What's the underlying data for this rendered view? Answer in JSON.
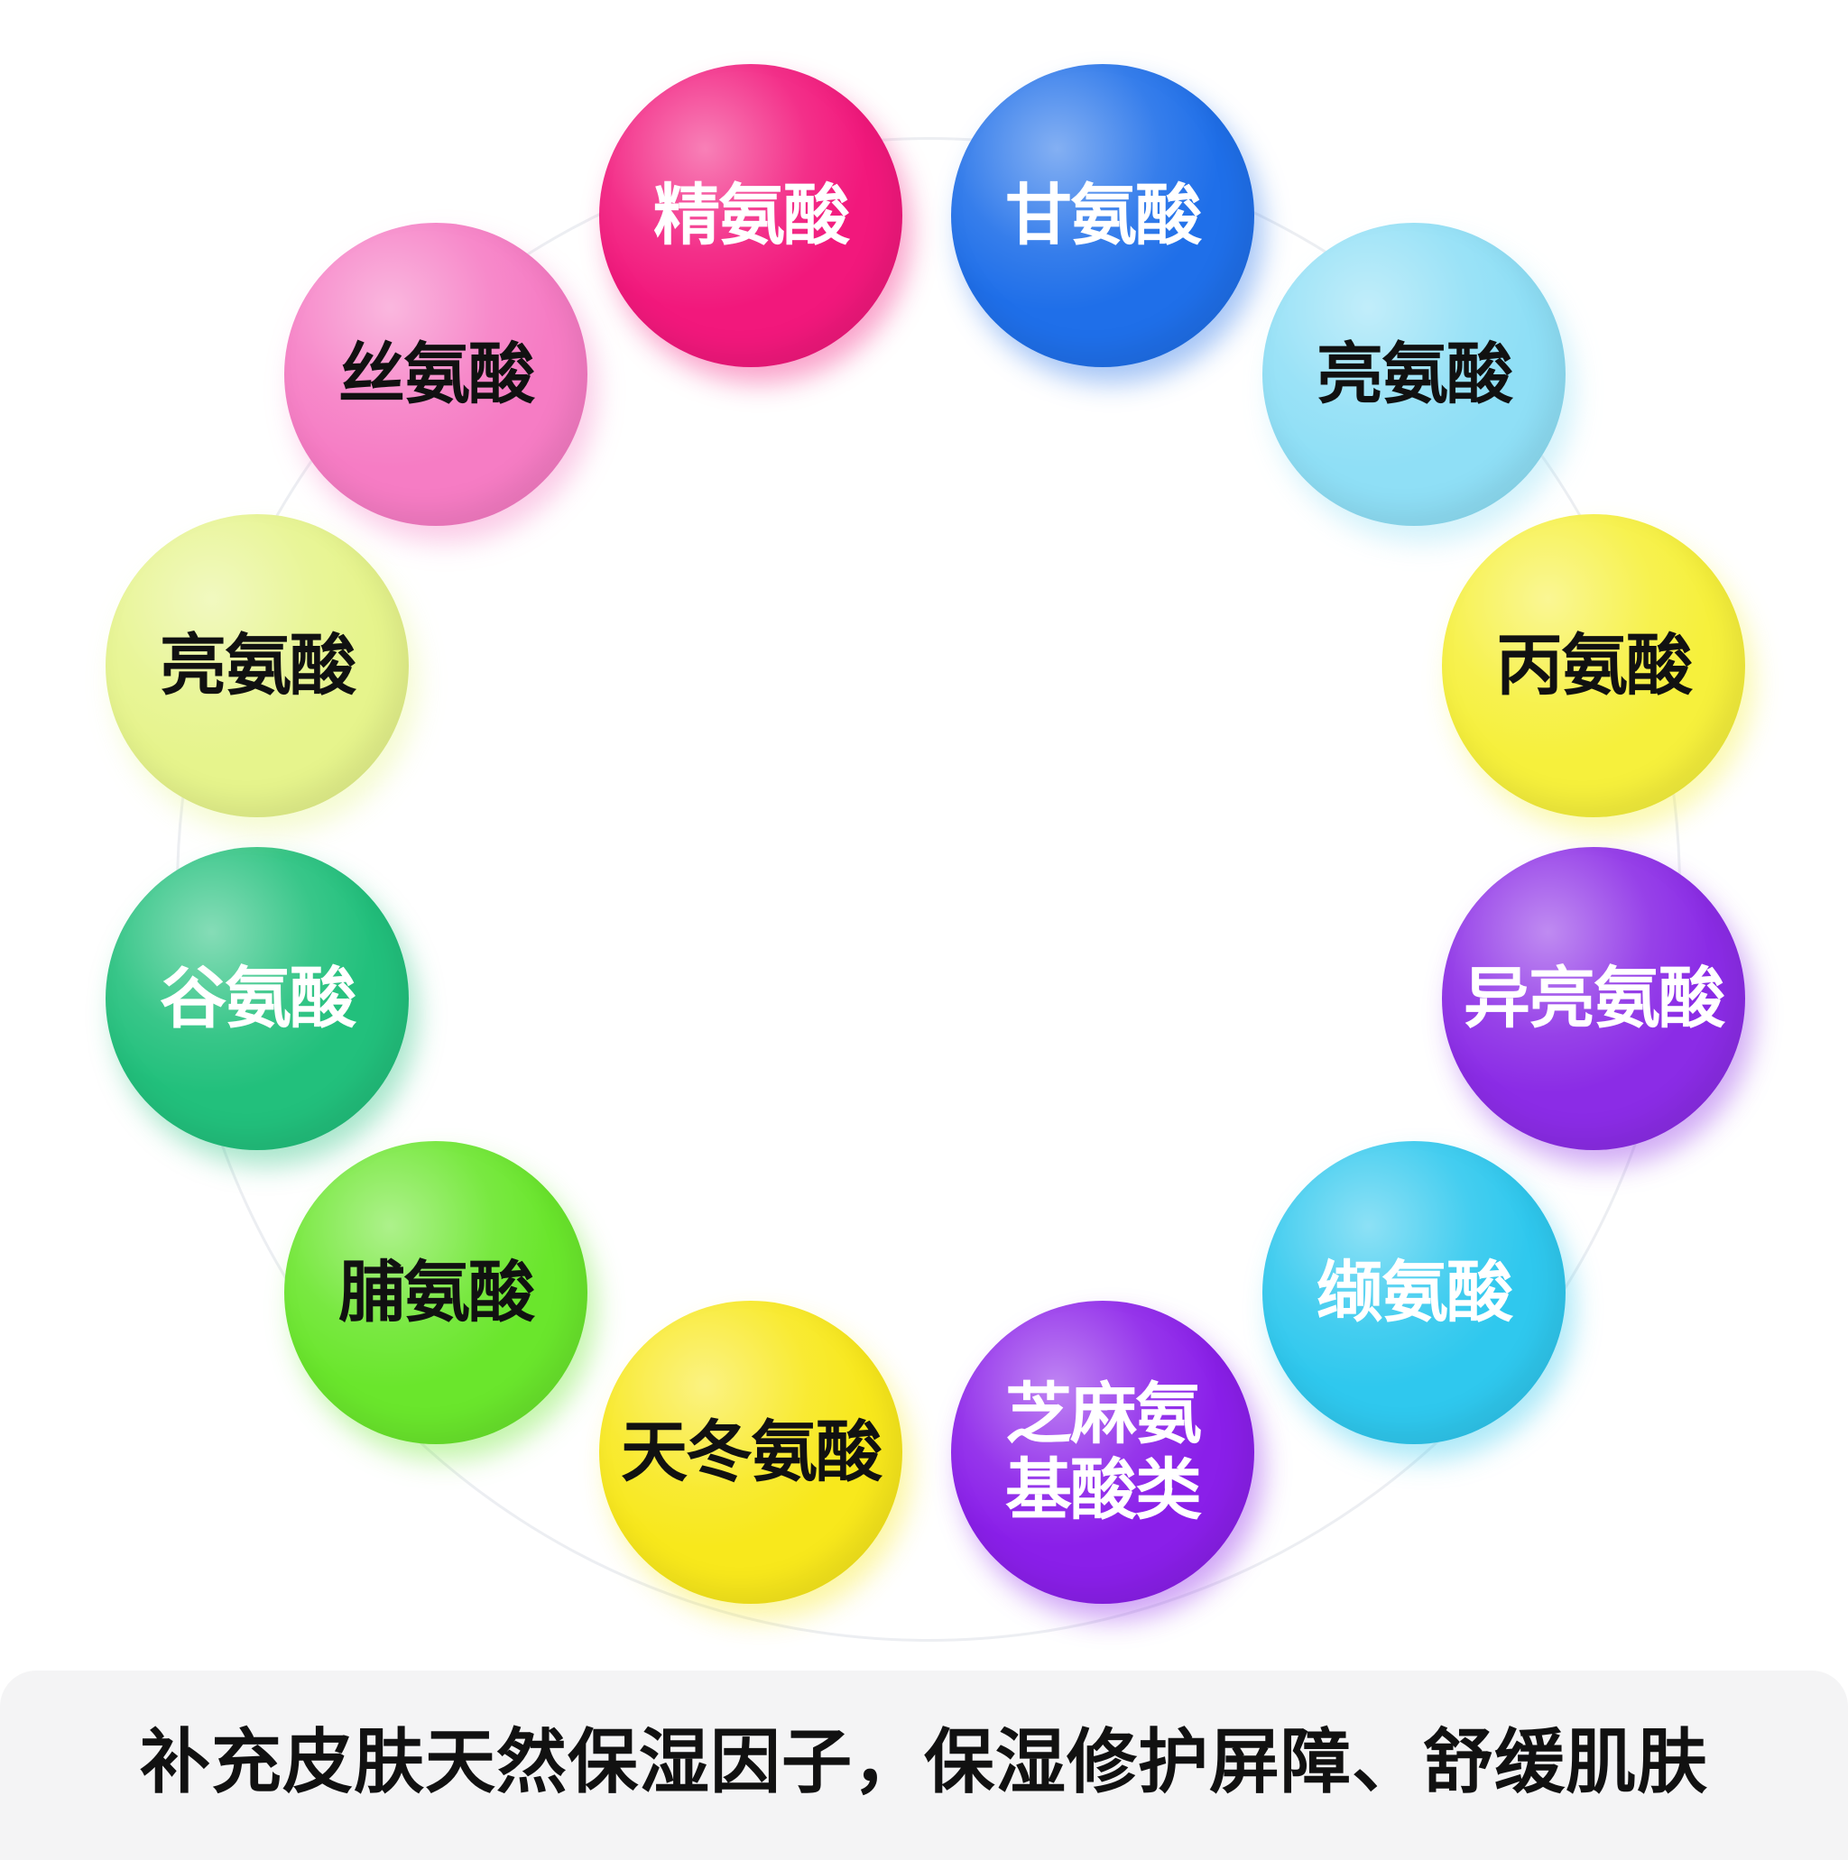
{
  "items": [
    {
      "label": "精氨酸",
      "color": "#f2187c",
      "text_color": "#ffffff"
    },
    {
      "label": "甘氨酸",
      "color": "#1f6fe9",
      "text_color": "#ffffff"
    },
    {
      "label": "亮氨酸",
      "color": "#8fdff6",
      "text_color": "#111111"
    },
    {
      "label": "丙氨酸",
      "color": "#f6f03c",
      "text_color": "#111111"
    },
    {
      "label": "异亮氨酸",
      "color": "#8b2ce6",
      "text_color": "#ffffff"
    },
    {
      "label": "缬氨酸",
      "color": "#2fc8ee",
      "text_color": "#ffffff"
    },
    {
      "label": "芝麻氨\n基酸类",
      "color": "#8a1fe9",
      "text_color": "#ffffff"
    },
    {
      "label": "天冬氨酸",
      "color": "#f8e81c",
      "text_color": "#111111"
    },
    {
      "label": "脯氨酸",
      "color": "#6ae62c",
      "text_color": "#111111"
    },
    {
      "label": "谷氨酸",
      "color": "#22c07c",
      "text_color": "#ffffff"
    },
    {
      "label": "亮氨酸",
      "color": "#e6f48c",
      "text_color": "#111111"
    },
    {
      "label": "丝氨酸",
      "color": "#f67cc4",
      "text_color": "#111111"
    }
  ],
  "banner": {
    "text": "补充皮肤天然保湿因子，保湿修护屏障、舒缓肌肤"
  }
}
